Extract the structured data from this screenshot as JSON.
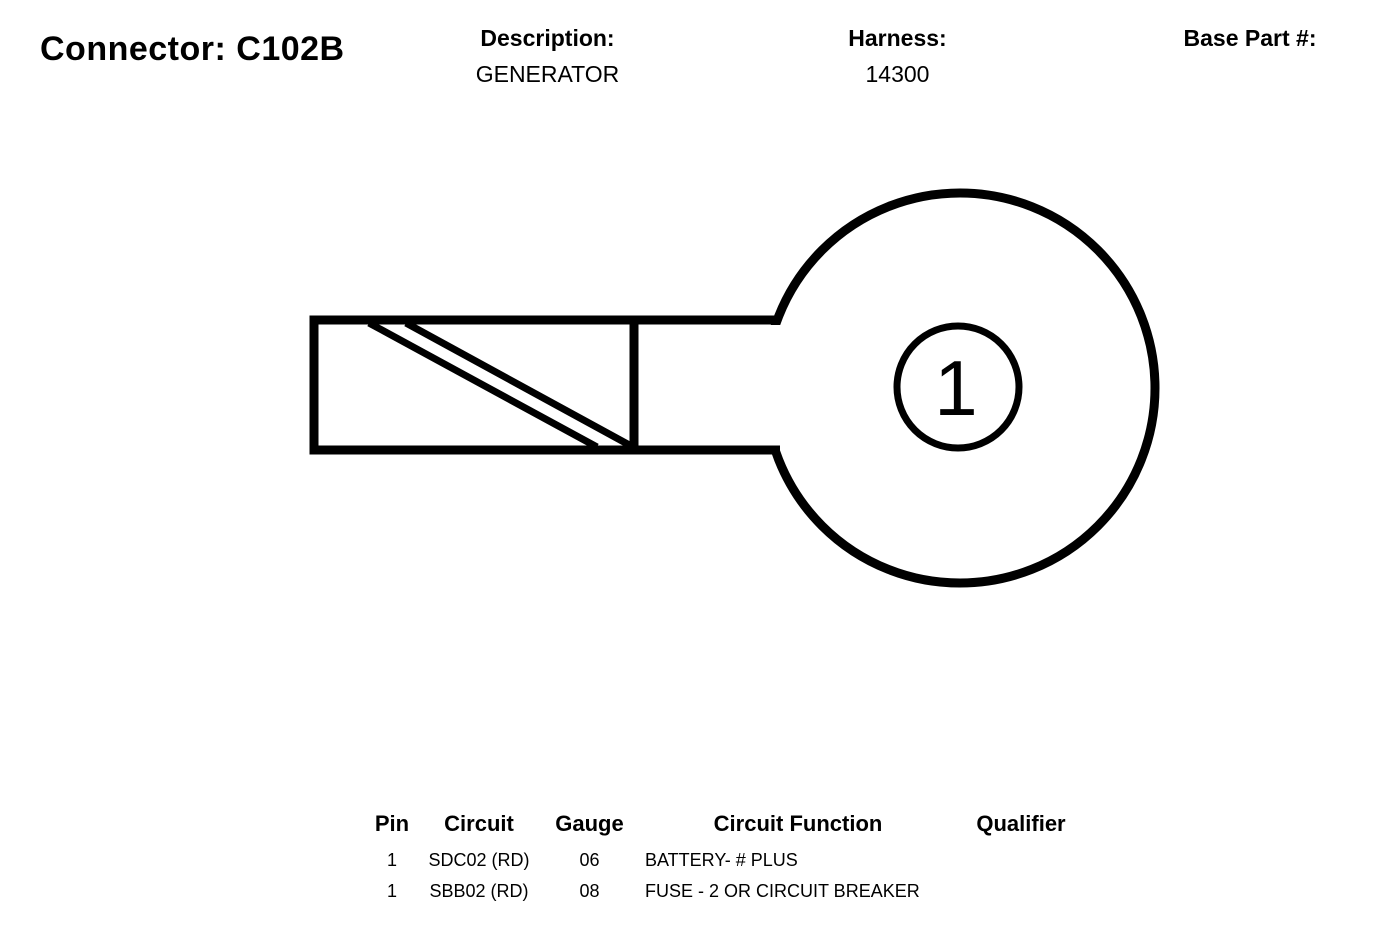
{
  "header": {
    "connector_label": "Connector: C102B",
    "description_label": "Description:",
    "description_value": "GENERATOR",
    "harness_label": "Harness:",
    "harness_value": "14300",
    "base_part_label": "Base Part #:",
    "base_part_value": ""
  },
  "diagram": {
    "type": "ring-terminal-connector",
    "cavity_number": "1",
    "line_color": "#000000",
    "fill_color": "#ffffff"
  },
  "pin_table": {
    "columns": [
      "Pin",
      "Circuit",
      "Gauge",
      "Circuit Function",
      "Qualifier"
    ],
    "rows": [
      {
        "pin": "1",
        "circuit": "SDC02 (RD)",
        "gauge": "06",
        "function": "BATTERY- # PLUS",
        "qualifier": ""
      },
      {
        "pin": "1",
        "circuit": "SBB02 (RD)",
        "gauge": "08",
        "function": "FUSE - 2 OR CIRCUIT BREAKER",
        "qualifier": ""
      }
    ]
  }
}
